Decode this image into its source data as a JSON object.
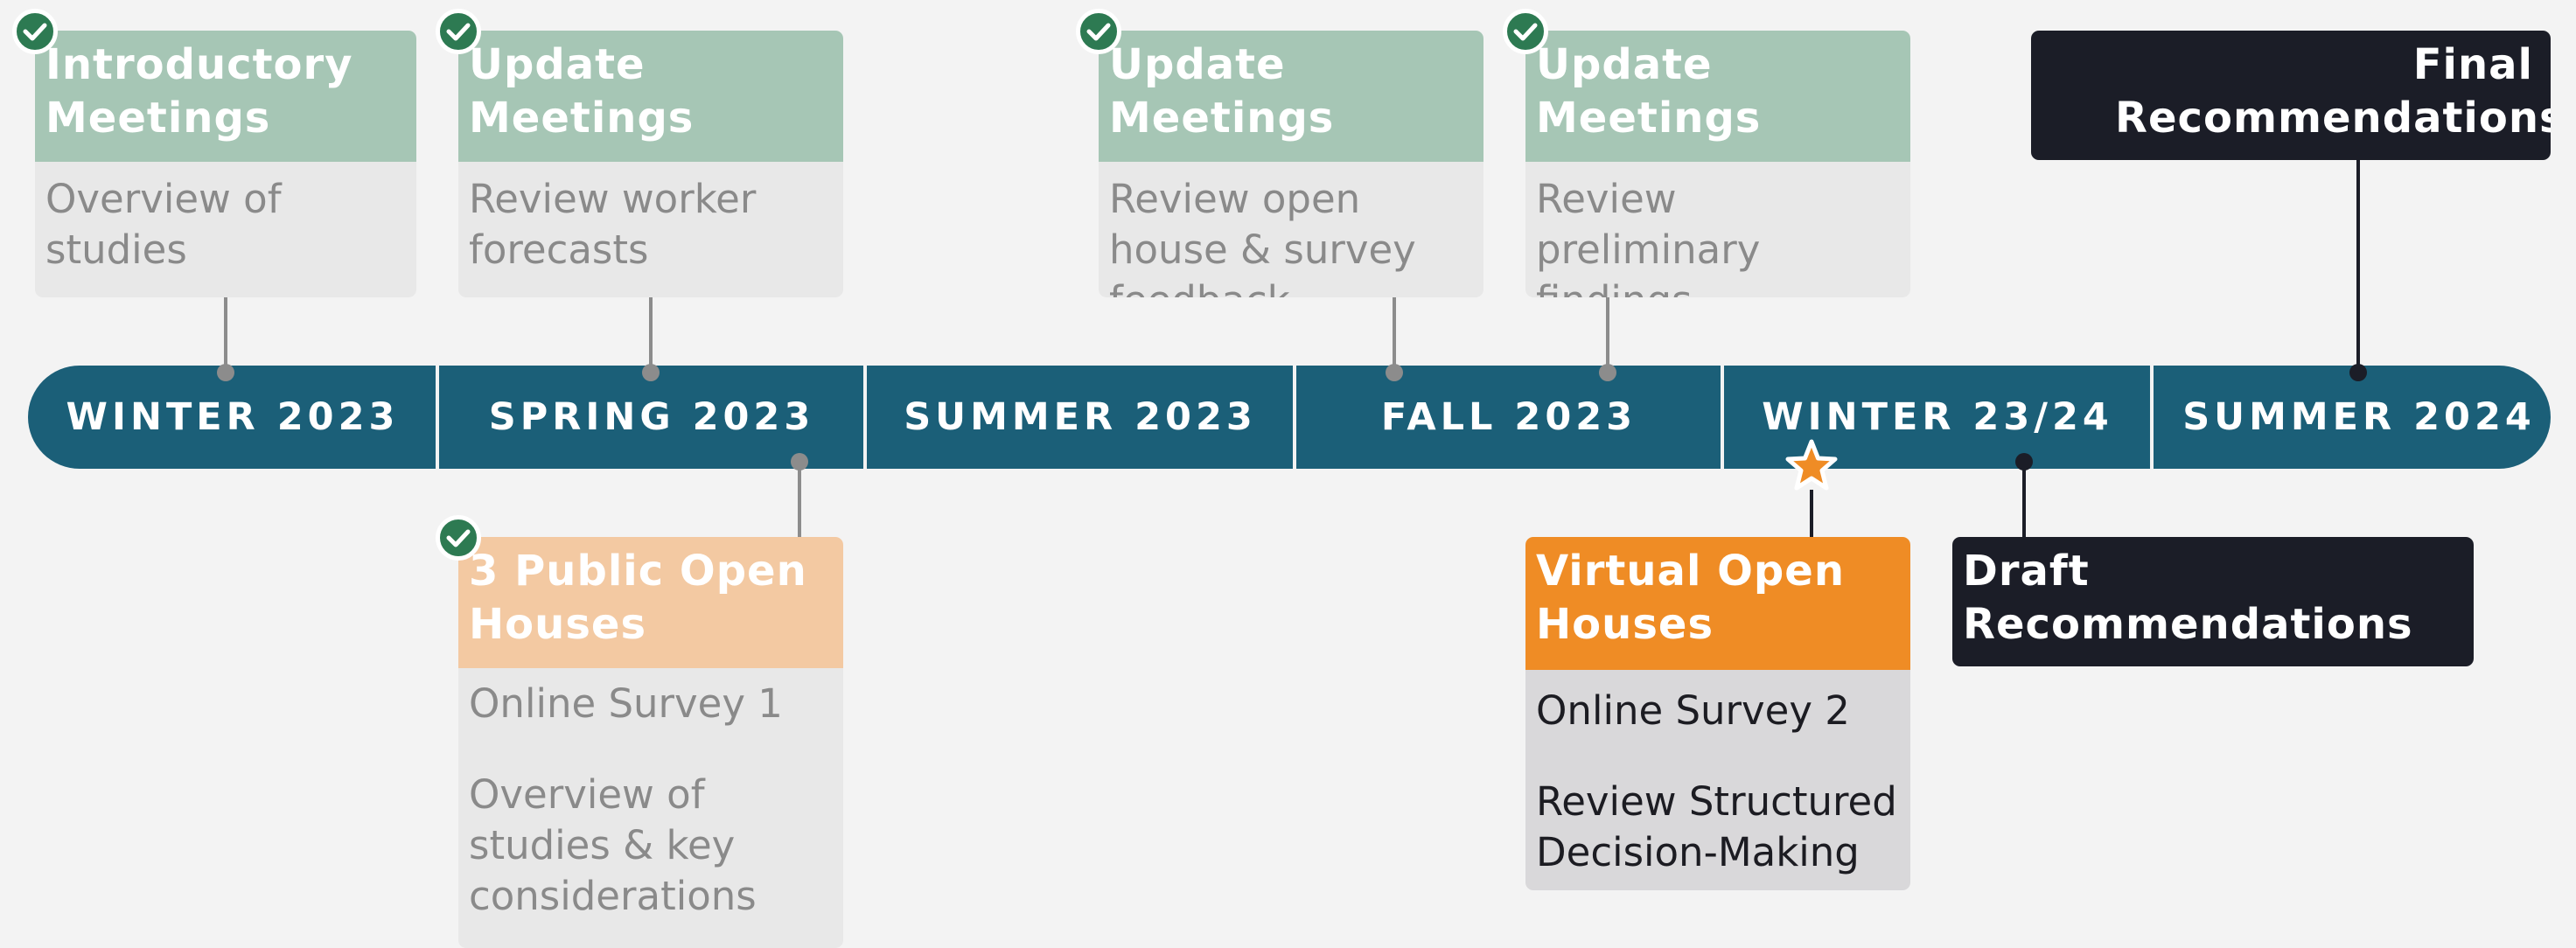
{
  "timeline": {
    "segments": [
      {
        "label": "WINTER 2023"
      },
      {
        "label": "SPRING 2023"
      },
      {
        "label": "SUMMER 2023"
      },
      {
        "label": "FALL 2023"
      },
      {
        "label": "WINTER 23/24"
      },
      {
        "label": "SUMMER 2024"
      }
    ]
  },
  "milestones": {
    "intro": {
      "title": "Introductory Meetings",
      "body": "Overview of studies",
      "completed": true
    },
    "update_spring": {
      "title": "Update Meetings",
      "body": "Review worker forecasts",
      "completed": true
    },
    "update_summer": {
      "title": "Update Meetings",
      "body": "Review open house & survey feedback",
      "completed": true
    },
    "update_fall": {
      "title": "Update Meetings",
      "body": "Review preliminary findings",
      "completed": true
    },
    "final": {
      "title": "Final Recommendations",
      "completed": false
    },
    "public_open_houses": {
      "title": "3 Public Open Houses",
      "body_lines": [
        "Online Survey 1",
        "Overview of studies & key considerations"
      ],
      "completed": true
    },
    "virtual_open_houses": {
      "title": "Virtual Open Houses",
      "body_lines": [
        "Online Survey 2",
        "Review Structured Decision-Making"
      ],
      "completed": false,
      "current": true
    },
    "draft": {
      "title": "Draft Recommendations",
      "completed": false
    }
  },
  "colors": {
    "timeline": "#1b5f78",
    "completed_header": "#a6c6b5",
    "completed_check": "#2d7a52",
    "open_house_completed_header": "#f3c9a2",
    "current_header": "#ef8c25",
    "current_star": "#ef8c25",
    "dark_card": "#1b1d27"
  },
  "icons": {
    "completed": "check-circle-icon",
    "current": "star-icon"
  }
}
